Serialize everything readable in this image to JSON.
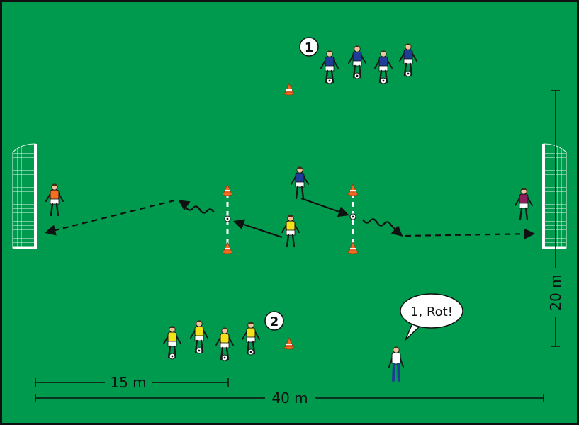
{
  "colors": {
    "pitch": "#009a4e",
    "frame": "#111111",
    "team_blue": "#1f3c97",
    "team_yellow": "#f2e21a",
    "keeper_left": "#f26f1f",
    "keeper_right": "#8a1f5a",
    "cone": "#f26a24",
    "coach": "#ffffff"
  },
  "icons": {
    "goal": "goal-net-icon",
    "cone": "cone-icon",
    "player": "player-figure-icon",
    "ball": "soccer-ball-icon"
  },
  "labels": {
    "group1_number": "1",
    "group2_number": "2",
    "coach_callout": "1, Rot!",
    "dimension_15m": "15 m",
    "dimension_40m": "40 m",
    "dimension_20m": "20 m"
  }
}
